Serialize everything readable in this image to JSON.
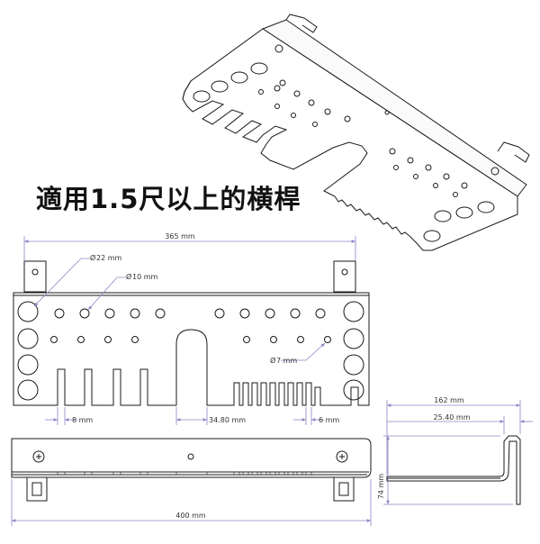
{
  "caption": "適用1.5尺以上的横桿",
  "dimensions": {
    "top_width": "365 mm",
    "hole_large": "22 mm",
    "hole_medium": "10 mm",
    "hole_small": "7 mm",
    "slot_width": "8 mm",
    "center_slot": "34.80 mm",
    "fine_slot": "6 mm",
    "front_width": "400 mm",
    "depth": "162 mm",
    "hook_depth": "25.40 mm",
    "height": "74 mm"
  },
  "symbols": {
    "diameter": "Ø"
  },
  "colors": {
    "line": "#1a1a1a",
    "dimension": "#8a86c4",
    "caption": "#111111"
  }
}
